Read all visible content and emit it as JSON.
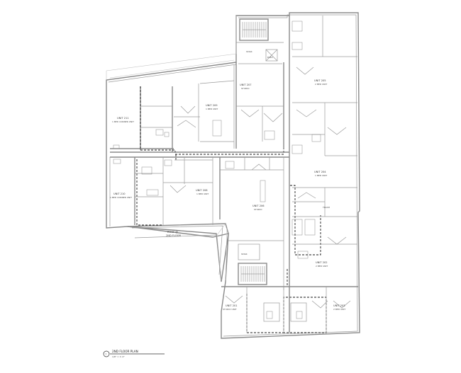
{
  "drawing": {
    "title": "2ND FLOOR PLAN",
    "scale": "1/8\" = 1'-0\"",
    "marker": "1"
  },
  "units": [
    {
      "id": "u211",
      "name": "UNIT 211",
      "type": "1 BED CORNER UNIT"
    },
    {
      "id": "u210",
      "name": "UNIT 210",
      "type": "1 BED CORNER UNIT"
    },
    {
      "id": "u209",
      "name": "UNIT 209",
      "type": "1 BED UNIT"
    },
    {
      "id": "u208",
      "name": "UNIT 208",
      "type": "1 BED UNIT"
    },
    {
      "id": "u207",
      "name": "UNIT 207",
      "type": "STUDIO"
    },
    {
      "id": "u206",
      "name": "UNIT 206",
      "type": "STUDIO"
    },
    {
      "id": "u205",
      "name": "UNIT 205",
      "type": "2 BED UNIT"
    },
    {
      "id": "u204",
      "name": "UNIT 204",
      "type": "1 BED UNIT"
    },
    {
      "id": "u203",
      "name": "UNIT 203",
      "type": "2 BED UNIT"
    },
    {
      "id": "u202",
      "name": "UNIT 202",
      "type": "2 BED UNIT"
    },
    {
      "id": "u201",
      "name": "UNIT 201",
      "type": "STUDIO UNIT"
    }
  ],
  "rooms": {
    "stair_top": "STAIR",
    "elevator": "ELEV.",
    "stair_mid": "STAIR",
    "roof_note_line1": "ROOF @",
    "roof_note_line2": "2ND FLOOR",
    "trash": "TRASH"
  }
}
